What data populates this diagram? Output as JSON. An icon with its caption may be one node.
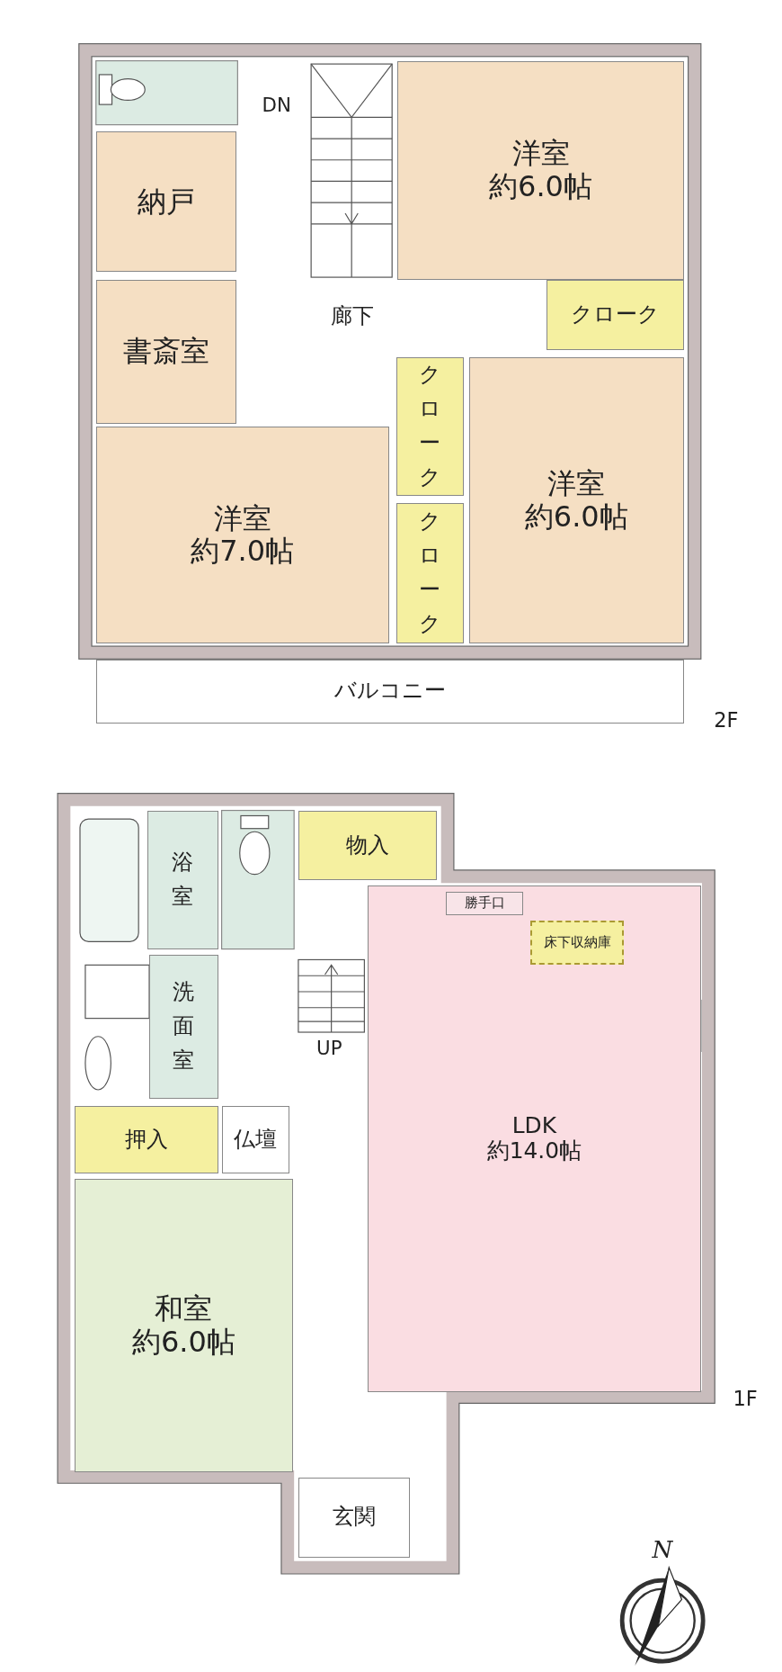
{
  "diagram": {
    "nodes": [
      {
        "text": [
          "洋室",
          "約6.0帖"
        ]
      },
      {
        "text": [
          "納戸"
        ]
      },
      {
        "text": [
          "書斎室"
        ]
      },
      {
        "text": [
          "廊下"
        ]
      },
      {
        "text": [
          "クローク"
        ]
      },
      {
        "text": [
          "クローク"
        ]
      },
      {
        "text": [
          "クローク"
        ]
      },
      {
        "text": [
          "洋室",
          "約7.0帖"
        ]
      },
      {
        "text": [
          "洋室",
          "約6.0帖"
        ]
      },
      {
        "text": [
          "バルコニー"
        ]
      },
      {
        "text": [
          "浴室"
        ]
      },
      {
        "text": [
          "物入"
        ]
      },
      {
        "text": [
          "勝手口"
        ],
        "in": 17
      },
      {
        "text": [
          "床下収納庫"
        ],
        "in": 17
      },
      {
        "text": [
          "洗面室"
        ]
      },
      {
        "text": [
          "押入"
        ]
      },
      {
        "text": [
          "仏壇"
        ]
      },
      {
        "text": [
          "LDK",
          "約14.0帖"
        ]
      },
      {
        "text": [
          "和室",
          "約6.0帖"
        ]
      },
      {
        "text": [
          "玄関"
        ]
      }
    ],
    "edges": [],
    "labels": [
      "DN",
      "2F",
      "UP",
      "1F",
      "N"
    ]
  }
}
